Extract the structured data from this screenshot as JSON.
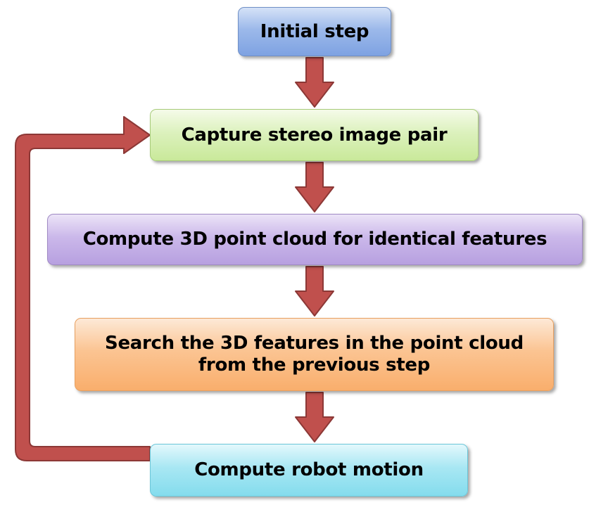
{
  "diagram": {
    "steps": [
      {
        "id": "initial",
        "label": "Initial step"
      },
      {
        "id": "capture",
        "label": "Capture stereo image pair"
      },
      {
        "id": "compute3d",
        "label": "Compute 3D point cloud for identical features"
      },
      {
        "id": "search",
        "label_line1": "Search the 3D features in the point cloud",
        "label_line2": "from the previous step"
      },
      {
        "id": "motion",
        "label": "Compute robot motion"
      }
    ],
    "edges": [
      {
        "from": "initial",
        "to": "capture"
      },
      {
        "from": "capture",
        "to": "compute3d"
      },
      {
        "from": "compute3d",
        "to": "search"
      },
      {
        "from": "search",
        "to": "motion"
      },
      {
        "from": "motion",
        "to": "capture",
        "kind": "loop-back"
      }
    ],
    "colors": {
      "arrow_fill": "#c0504d",
      "arrow_stroke": "#8c3836"
    }
  }
}
